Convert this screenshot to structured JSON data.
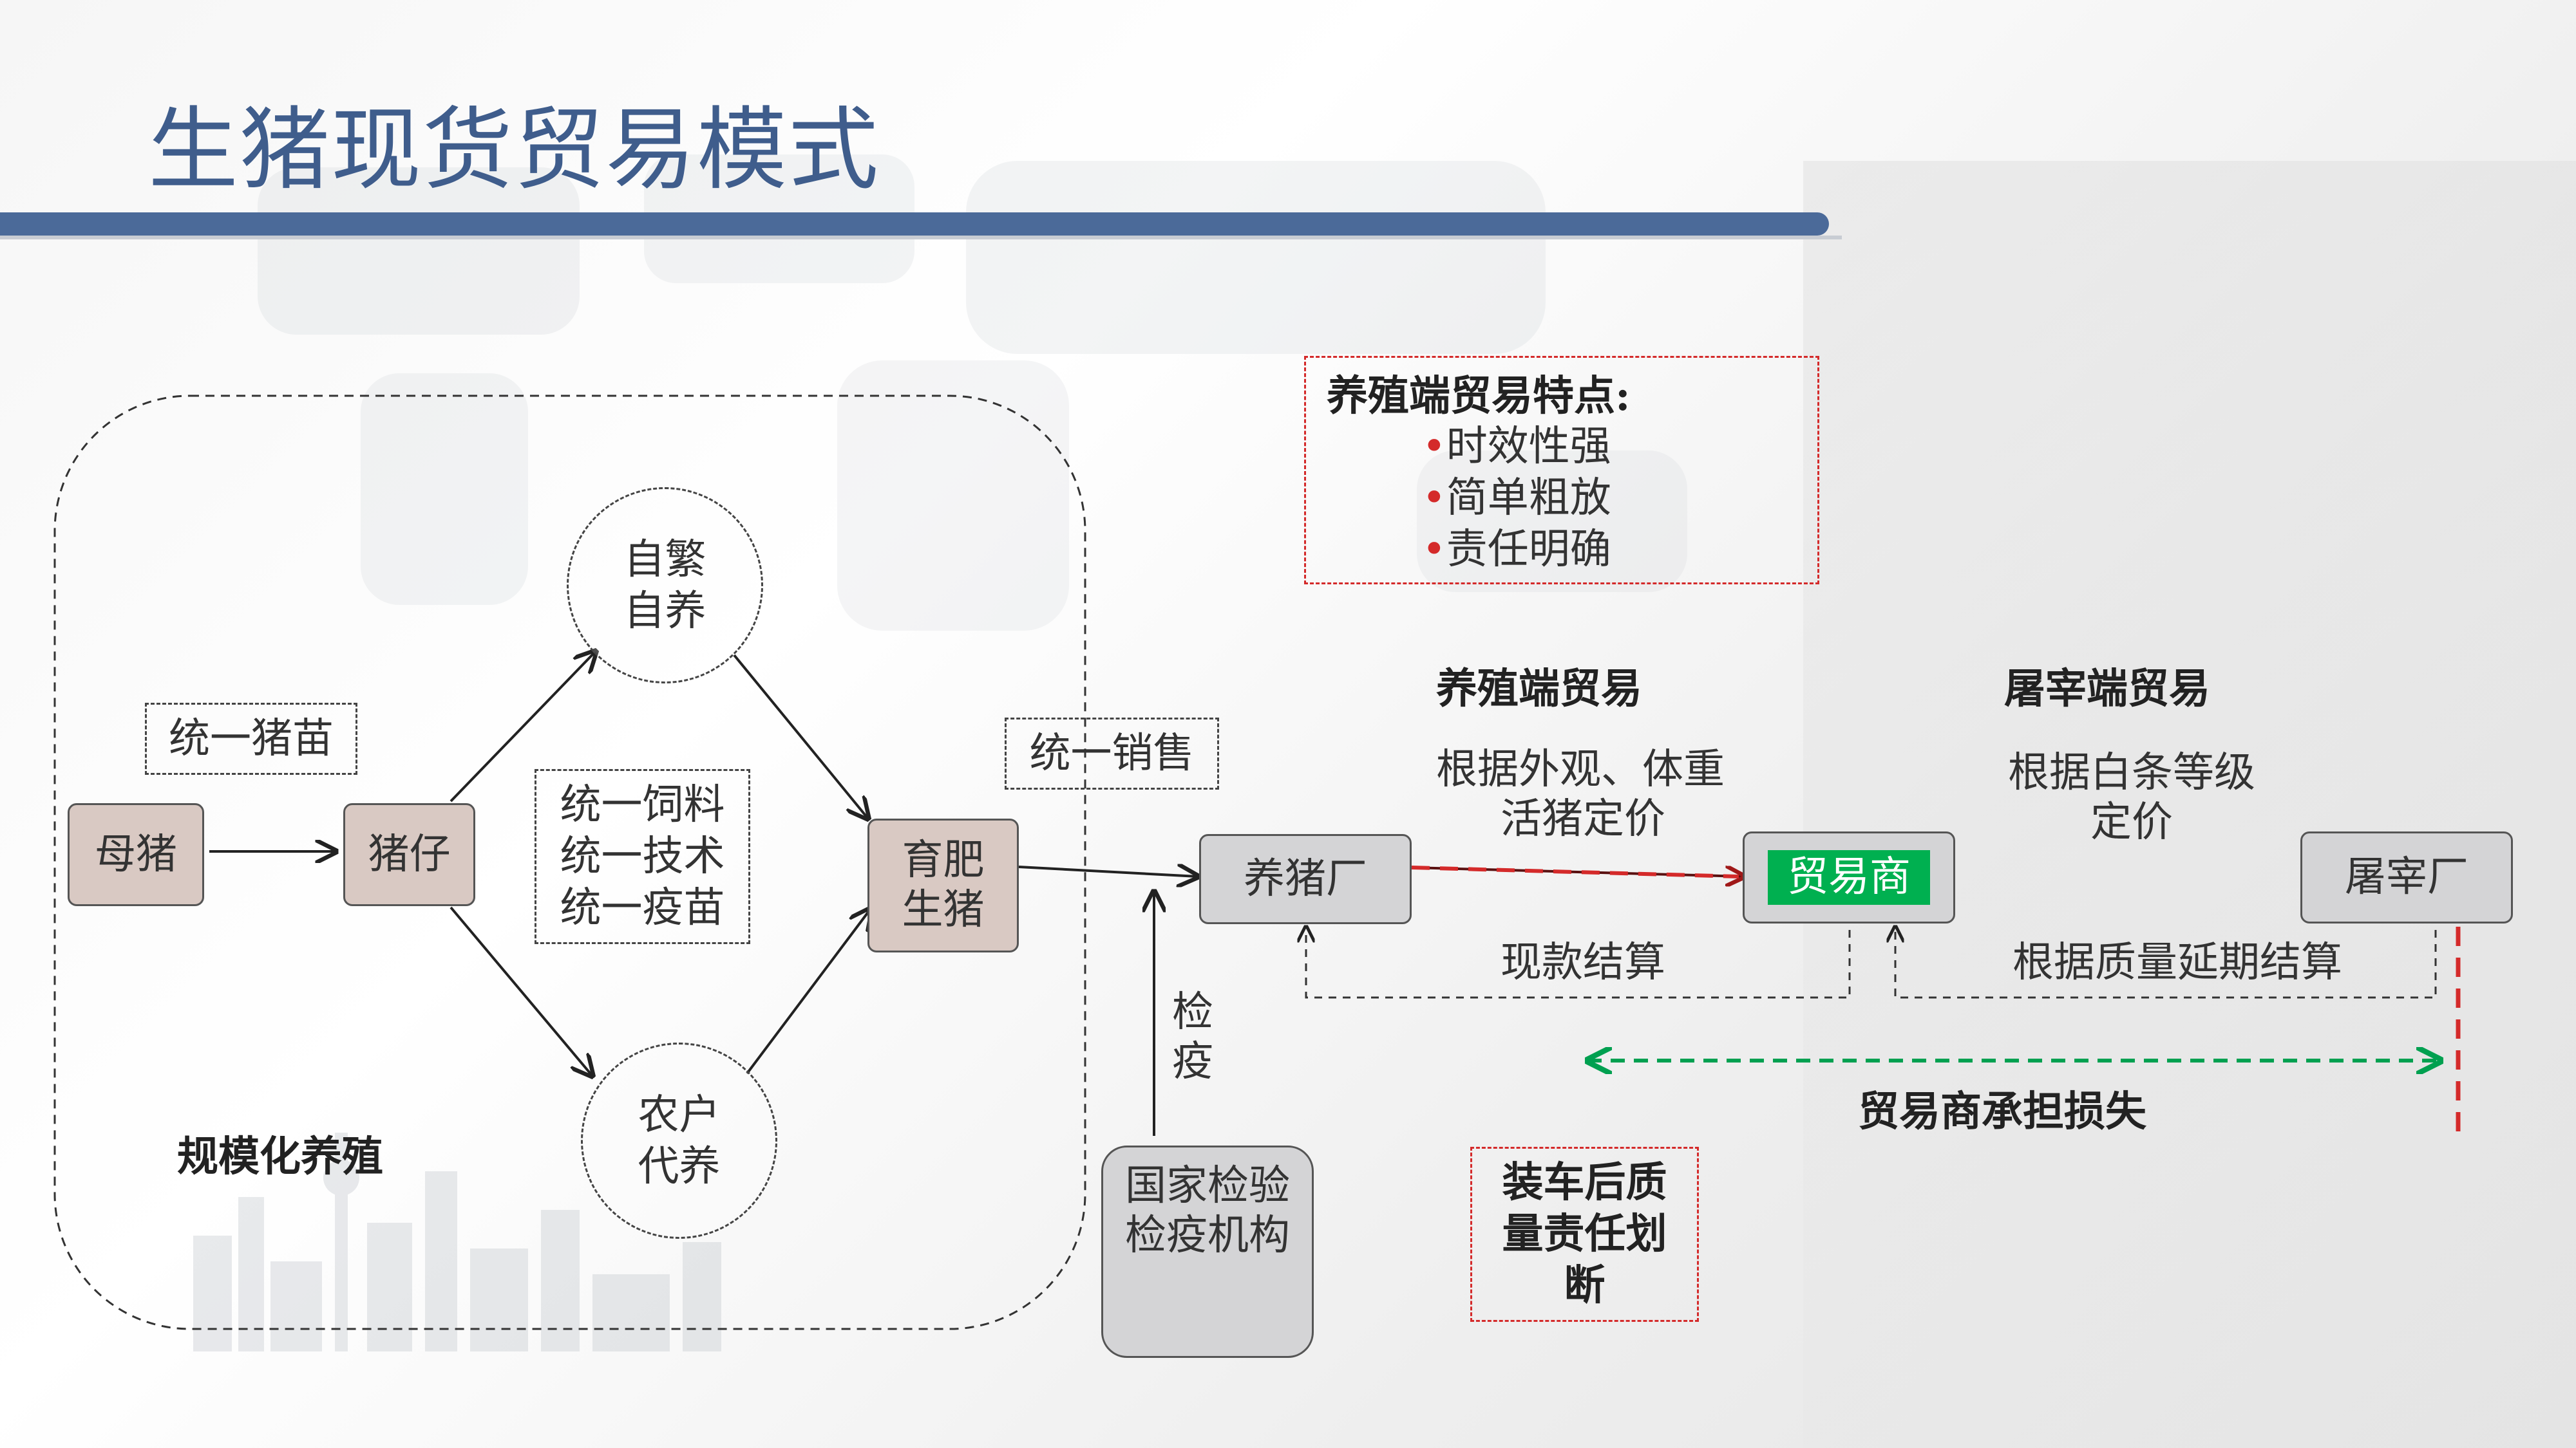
{
  "title": "生猪现货贸易模式",
  "scale_group": {
    "label": "规模化养殖",
    "unified_piglet": "统一猪苗",
    "unified_feed": [
      "统一饲料",
      "统一技术",
      "统一疫苗"
    ],
    "self_breed": [
      "自繁",
      "自养"
    ],
    "farmer_raise": [
      "农户",
      "代养"
    ]
  },
  "nodes": {
    "sow": "母猪",
    "piglet": "猪仔",
    "fattening": [
      "育肥",
      "生猪"
    ],
    "pig_farm": "养猪厂",
    "trader": "贸易商",
    "slaughterhouse": "屠宰厂",
    "inspection_agency": [
      "国家检验",
      "检疫机构"
    ]
  },
  "unified_sales": "统一销售",
  "inspection_label": [
    "检",
    "疫"
  ],
  "features_box": {
    "heading": "养殖端贸易特点:",
    "bullet": "•",
    "items": [
      "时效性强",
      "简单粗放",
      "责任明确"
    ]
  },
  "breeding_trade": {
    "title": "养殖端贸易",
    "pricing": [
      "根据外观、体重",
      "活猪定价"
    ],
    "settlement": "现款结算"
  },
  "slaughter_trade": {
    "title": "屠宰端贸易",
    "pricing": [
      "根据白条等级",
      "定价"
    ],
    "settlement": "根据质量延期结算"
  },
  "trader_loss": "贸易商承担损失",
  "quality_box": [
    "装车后质",
    "量责任划",
    "断"
  ],
  "colors": {
    "title_blue": "#3f5d8c",
    "accent_red": "#d42a2a",
    "accent_green": "#00b050",
    "node_brown": "#d9c9c3",
    "node_gray": "#d4d4d6"
  }
}
